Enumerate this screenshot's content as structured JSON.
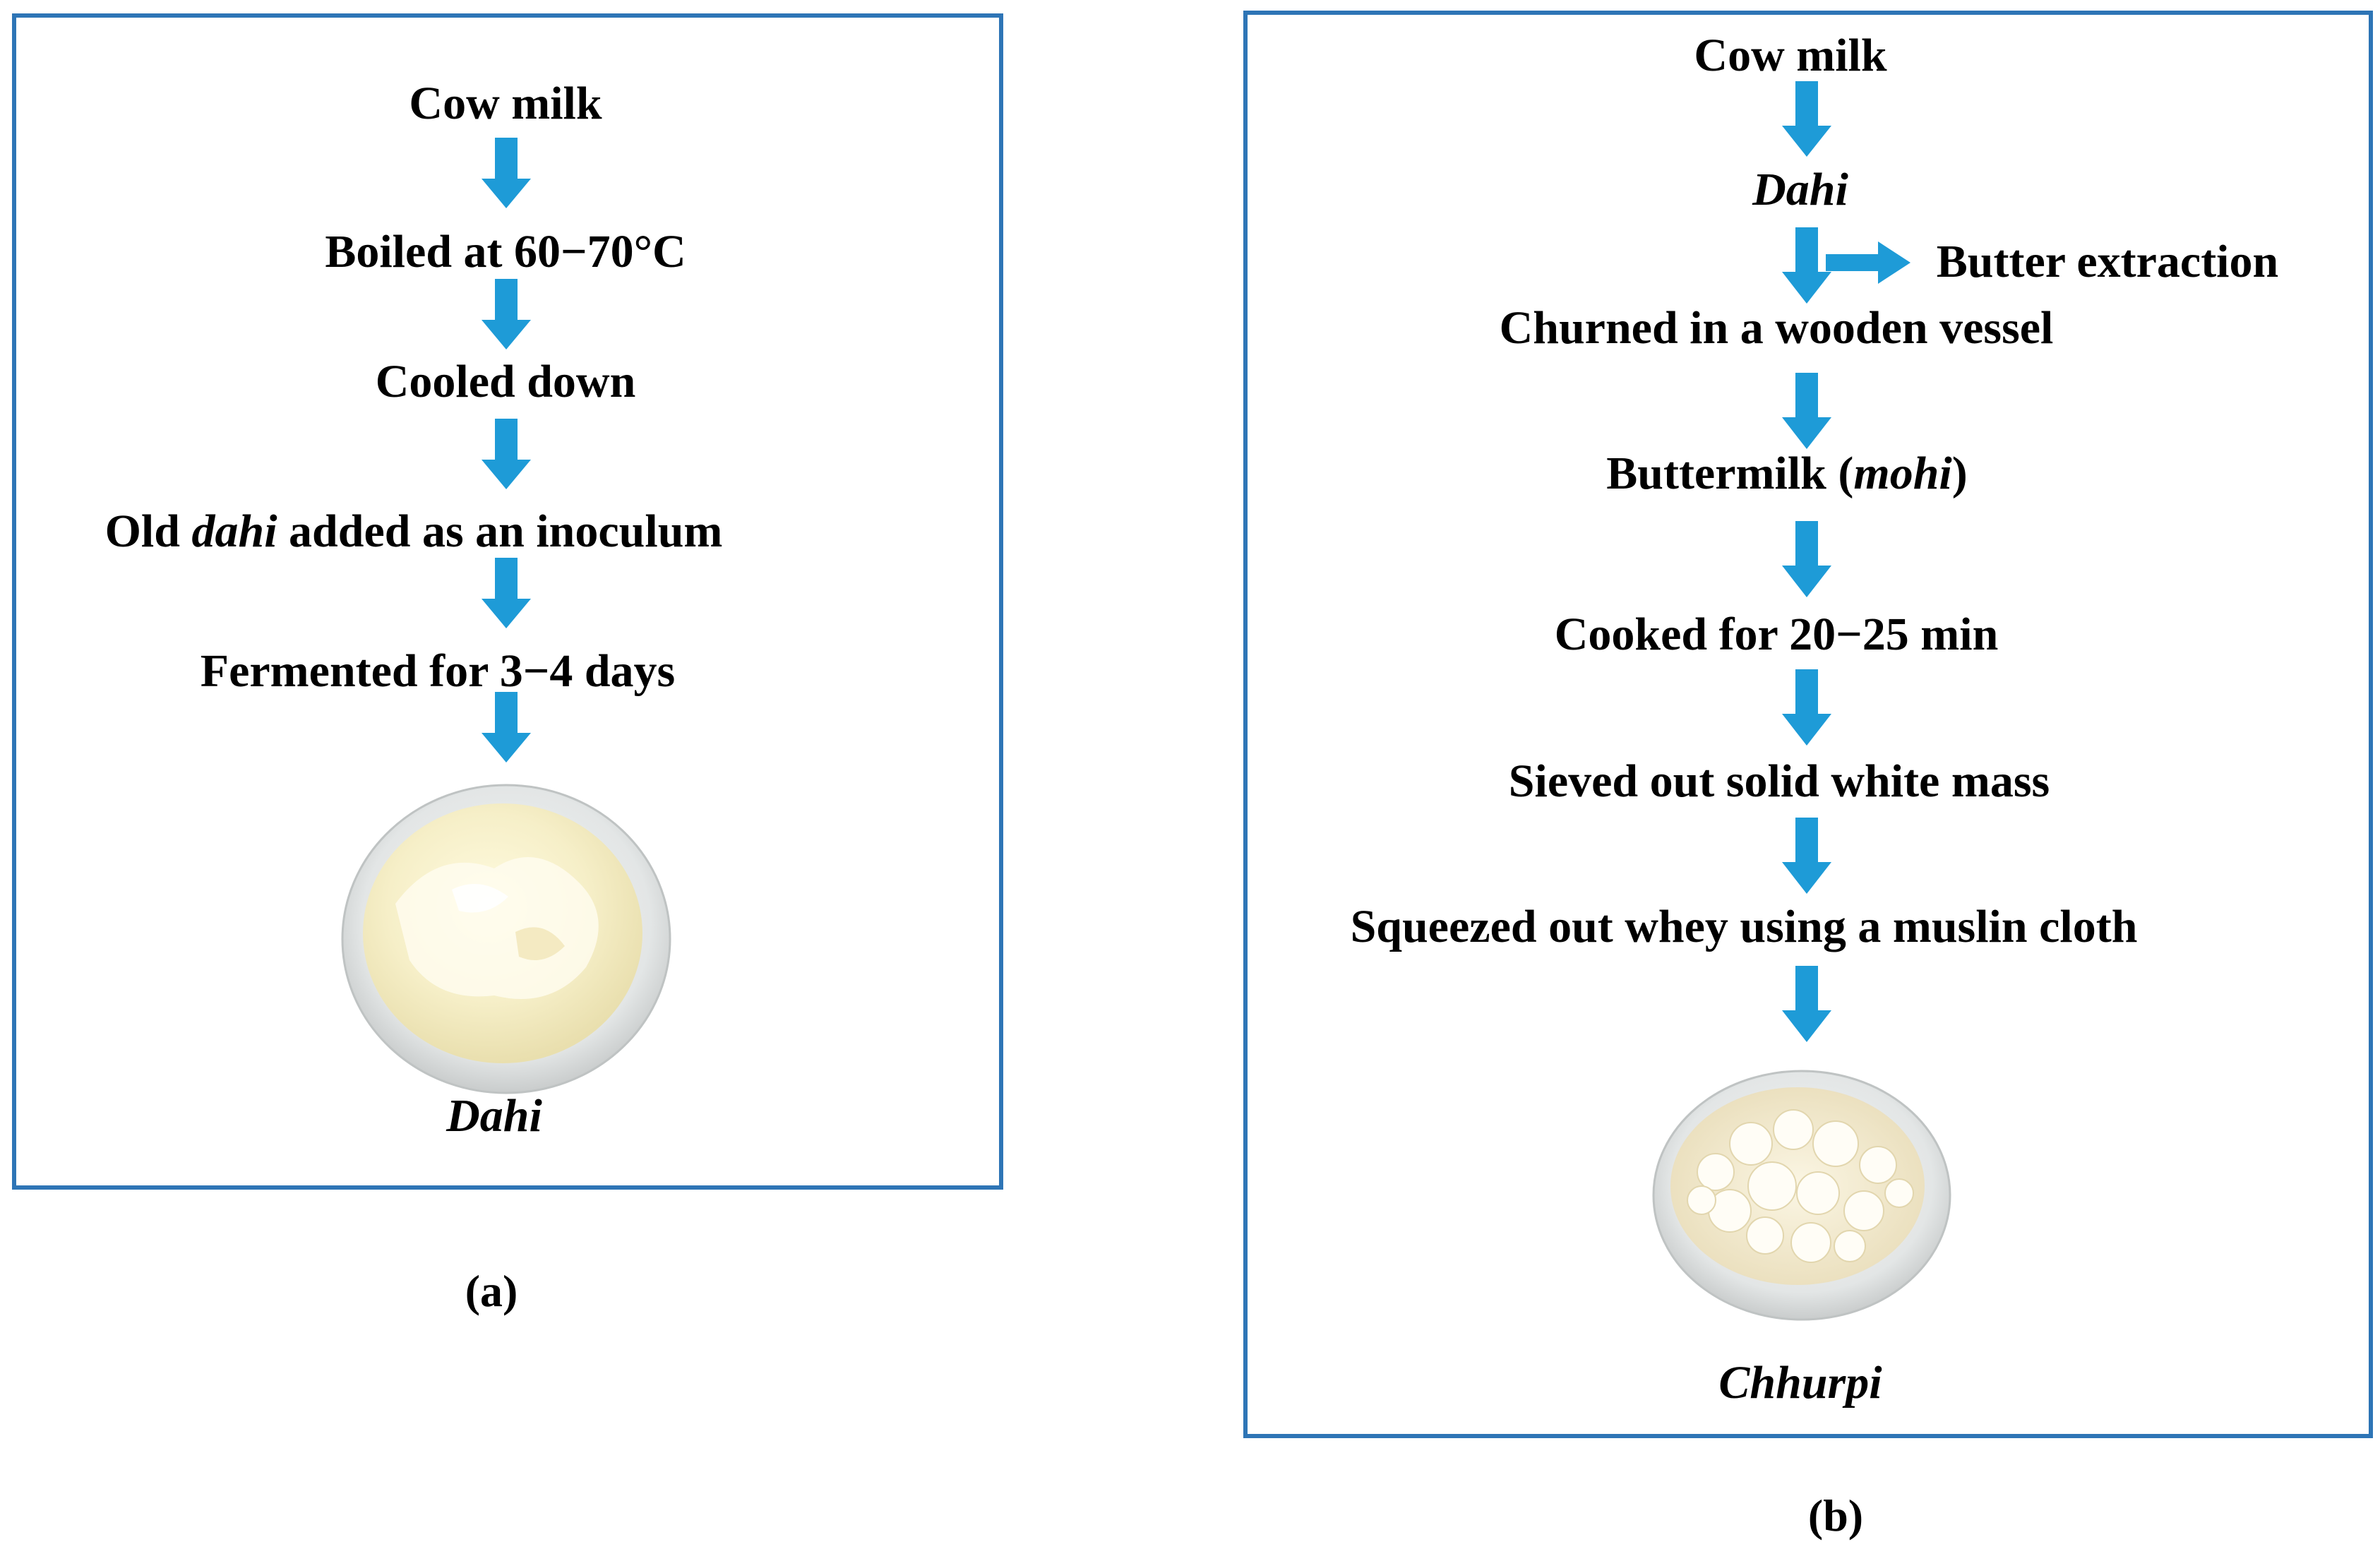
{
  "panel_a": {
    "steps": [
      "Cow milk",
      "Boiled at 60−70°C",
      "Cooled down"
    ],
    "inoculum": {
      "prefix": "Old ",
      "italic": "dahi",
      "suffix": " added as an inoculum"
    },
    "ferment": "Fermented for 3−4 days",
    "product": "Dahi",
    "label": "(a)",
    "product_image": "dahi-bowl"
  },
  "panel_b": {
    "steps": [
      "Cow milk",
      "Dahi"
    ],
    "side_step": "Butter extraction",
    "churn": "Churned in a wooden vessel",
    "buttermilk": {
      "prefix": "Buttermilk (",
      "italic": "mohi",
      "suffix": ")"
    },
    "later_steps": [
      "Cooked for 20−25 min",
      "Sieved out solid white mass",
      "Squeezed out whey using a muslin cloth"
    ],
    "product": "Chhurpi",
    "label": "(b)",
    "product_image": "chhurpi-bowl"
  },
  "colors": {
    "border": "#2E75B6",
    "arrow": "#1E9BD7"
  }
}
